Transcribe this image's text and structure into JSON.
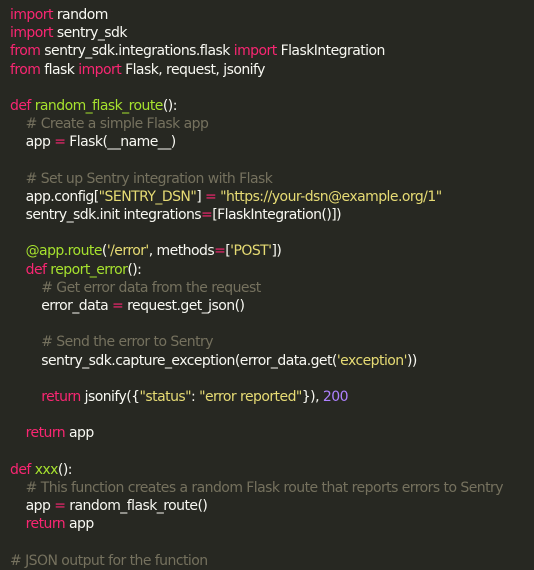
{
  "colors": {
    "background": "#272822",
    "plain": "#f8f8f2",
    "keyword": "#f92672",
    "function": "#a6e22e",
    "string": "#e6db74",
    "number": "#ae81ff",
    "comment": "#75715e"
  },
  "code": {
    "lines": [
      [
        {
          "t": "kw",
          "v": "import"
        },
        {
          "t": "plain",
          "v": " random"
        }
      ],
      [
        {
          "t": "kw",
          "v": "import"
        },
        {
          "t": "plain",
          "v": " sentry_sdk"
        }
      ],
      [
        {
          "t": "kw",
          "v": "from"
        },
        {
          "t": "plain",
          "v": " sentry_sdk.integrations.flask "
        },
        {
          "t": "kw",
          "v": "import"
        },
        {
          "t": "plain",
          "v": " FlaskIntegration"
        }
      ],
      [
        {
          "t": "kw",
          "v": "from"
        },
        {
          "t": "plain",
          "v": " flask "
        },
        {
          "t": "kw",
          "v": "import"
        },
        {
          "t": "plain",
          "v": " Flask, request, jsonify"
        }
      ],
      [],
      [
        {
          "t": "kw",
          "v": "def"
        },
        {
          "t": "plain",
          "v": " "
        },
        {
          "t": "fn",
          "v": "random_flask_route"
        },
        {
          "t": "plain",
          "v": "():"
        }
      ],
      [
        {
          "t": "plain",
          "v": "    "
        },
        {
          "t": "com",
          "v": "# Create a simple Flask app"
        }
      ],
      [
        {
          "t": "plain",
          "v": "    app "
        },
        {
          "t": "kw",
          "v": "="
        },
        {
          "t": "plain",
          "v": " Flask(__name__)"
        }
      ],
      [],
      [
        {
          "t": "plain",
          "v": "    "
        },
        {
          "t": "com",
          "v": "# Set up Sentry integration with Flask"
        }
      ],
      [
        {
          "t": "plain",
          "v": "    app.config["
        },
        {
          "t": "str",
          "v": "\"SENTRY_DSN\""
        },
        {
          "t": "plain",
          "v": "] "
        },
        {
          "t": "kw",
          "v": "="
        },
        {
          "t": "plain",
          "v": " "
        },
        {
          "t": "str",
          "v": "\"https://your-dsn@example.org/1\""
        }
      ],
      [
        {
          "t": "plain",
          "v": "    sentry_sdk.init integrations"
        },
        {
          "t": "kw",
          "v": "="
        },
        {
          "t": "plain",
          "v": "[FlaskIntegration()])"
        }
      ],
      [],
      [
        {
          "t": "plain",
          "v": "    "
        },
        {
          "t": "fn",
          "v": "@app.route"
        },
        {
          "t": "plain",
          "v": "("
        },
        {
          "t": "str",
          "v": "'/error'"
        },
        {
          "t": "plain",
          "v": ", methods"
        },
        {
          "t": "kw",
          "v": "="
        },
        {
          "t": "plain",
          "v": "["
        },
        {
          "t": "str",
          "v": "'POST'"
        },
        {
          "t": "plain",
          "v": "])"
        }
      ],
      [
        {
          "t": "plain",
          "v": "    "
        },
        {
          "t": "kw",
          "v": "def"
        },
        {
          "t": "plain",
          "v": " "
        },
        {
          "t": "fn",
          "v": "report_error"
        },
        {
          "t": "plain",
          "v": "():"
        }
      ],
      [
        {
          "t": "plain",
          "v": "        "
        },
        {
          "t": "com",
          "v": "# Get error data from the request"
        }
      ],
      [
        {
          "t": "plain",
          "v": "        error_data "
        },
        {
          "t": "kw",
          "v": "="
        },
        {
          "t": "plain",
          "v": " request.get_json()"
        }
      ],
      [],
      [
        {
          "t": "plain",
          "v": "        "
        },
        {
          "t": "com",
          "v": "# Send the error to Sentry"
        }
      ],
      [
        {
          "t": "plain",
          "v": "        sentry_sdk.capture_exception(error_data.get("
        },
        {
          "t": "str",
          "v": "'exception'"
        },
        {
          "t": "plain",
          "v": "))"
        }
      ],
      [],
      [
        {
          "t": "plain",
          "v": "        "
        },
        {
          "t": "kw",
          "v": "return"
        },
        {
          "t": "plain",
          "v": " jsonify({"
        },
        {
          "t": "str",
          "v": "\"status\""
        },
        {
          "t": "plain",
          "v": ": "
        },
        {
          "t": "str",
          "v": "\"error reported\""
        },
        {
          "t": "plain",
          "v": "}), "
        },
        {
          "t": "num",
          "v": "200"
        }
      ],
      [],
      [
        {
          "t": "plain",
          "v": "    "
        },
        {
          "t": "kw",
          "v": "return"
        },
        {
          "t": "plain",
          "v": " app"
        }
      ],
      [],
      [
        {
          "t": "kw",
          "v": "def"
        },
        {
          "t": "plain",
          "v": " "
        },
        {
          "t": "fn",
          "v": "xxx"
        },
        {
          "t": "plain",
          "v": "():"
        }
      ],
      [
        {
          "t": "plain",
          "v": "    "
        },
        {
          "t": "com",
          "v": "# This function creates a random Flask route that reports errors to Sentry"
        }
      ],
      [
        {
          "t": "plain",
          "v": "    app "
        },
        {
          "t": "kw",
          "v": "="
        },
        {
          "t": "plain",
          "v": " random_flask_route()"
        }
      ],
      [
        {
          "t": "plain",
          "v": "    "
        },
        {
          "t": "kw",
          "v": "return"
        },
        {
          "t": "plain",
          "v": " app"
        }
      ],
      [],
      [
        {
          "t": "com",
          "v": "# JSON output for the function"
        }
      ]
    ]
  }
}
